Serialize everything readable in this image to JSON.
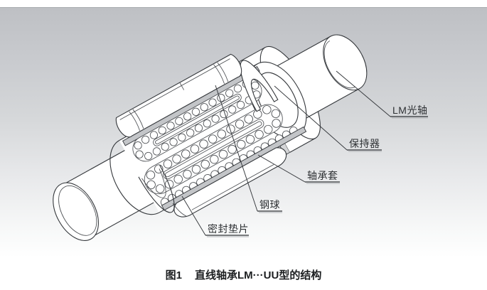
{
  "figure": {
    "caption": {
      "label": "图1",
      "title": "直线轴承LM···UU型的结构"
    },
    "part_labels": {
      "shaft": "LM光轴",
      "retainer": "保持器",
      "sleeve": "轴承套",
      "ball": "钢球",
      "seal": "密封垫片"
    },
    "colors": {
      "panel_gradient_top": "#bec0c4",
      "panel_gradient_bottom": "#ffffff",
      "line": "#35383c",
      "strip_fill": "#c3c5c8",
      "label_text": "#2e3134"
    }
  }
}
